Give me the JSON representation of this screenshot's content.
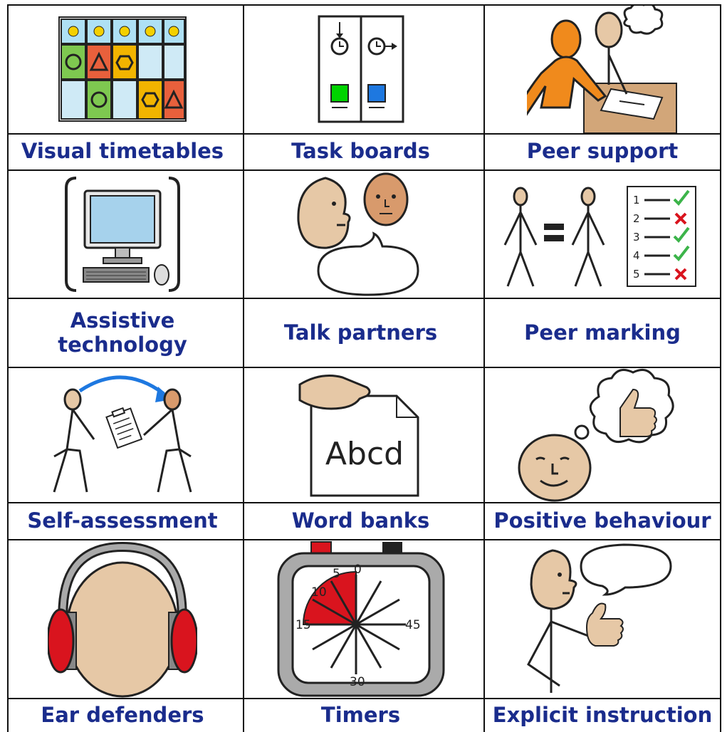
{
  "cards": [
    {
      "label": "Visual timetables",
      "icon": "visual-timetable-icon"
    },
    {
      "label": "Task boards",
      "icon": "task-board-icon"
    },
    {
      "label": "Peer support",
      "icon": "peer-support-icon"
    },
    {
      "label": "Assistive\ntechnology",
      "icon": "computer-icon"
    },
    {
      "label": "Talk partners",
      "icon": "talk-partners-icon"
    },
    {
      "label": "Peer marking",
      "icon": "peer-marking-icon"
    },
    {
      "label": "Self-assessment",
      "icon": "self-assessment-icon"
    },
    {
      "label": "Word banks",
      "icon": "word-card-icon"
    },
    {
      "label": "Positive behaviour",
      "icon": "thumbs-up-thought-icon"
    },
    {
      "label": "Ear defenders",
      "icon": "headphones-icon"
    },
    {
      "label": "Timers",
      "icon": "timer-icon"
    },
    {
      "label": "Explicit instruction",
      "icon": "speaking-person-icon"
    }
  ],
  "word_card_text": "Abcd",
  "timer_labels": [
    "0",
    "5",
    "10",
    "15",
    "30",
    "45"
  ],
  "checklist_numbers": [
    "1",
    "2",
    "3",
    "4",
    "5"
  ],
  "colors": {
    "label_text": "#1a2c8c",
    "skin": "#e6c8a6",
    "orange": "#f08a1c",
    "red": "#d9141e",
    "green": "#3cb44a"
  }
}
